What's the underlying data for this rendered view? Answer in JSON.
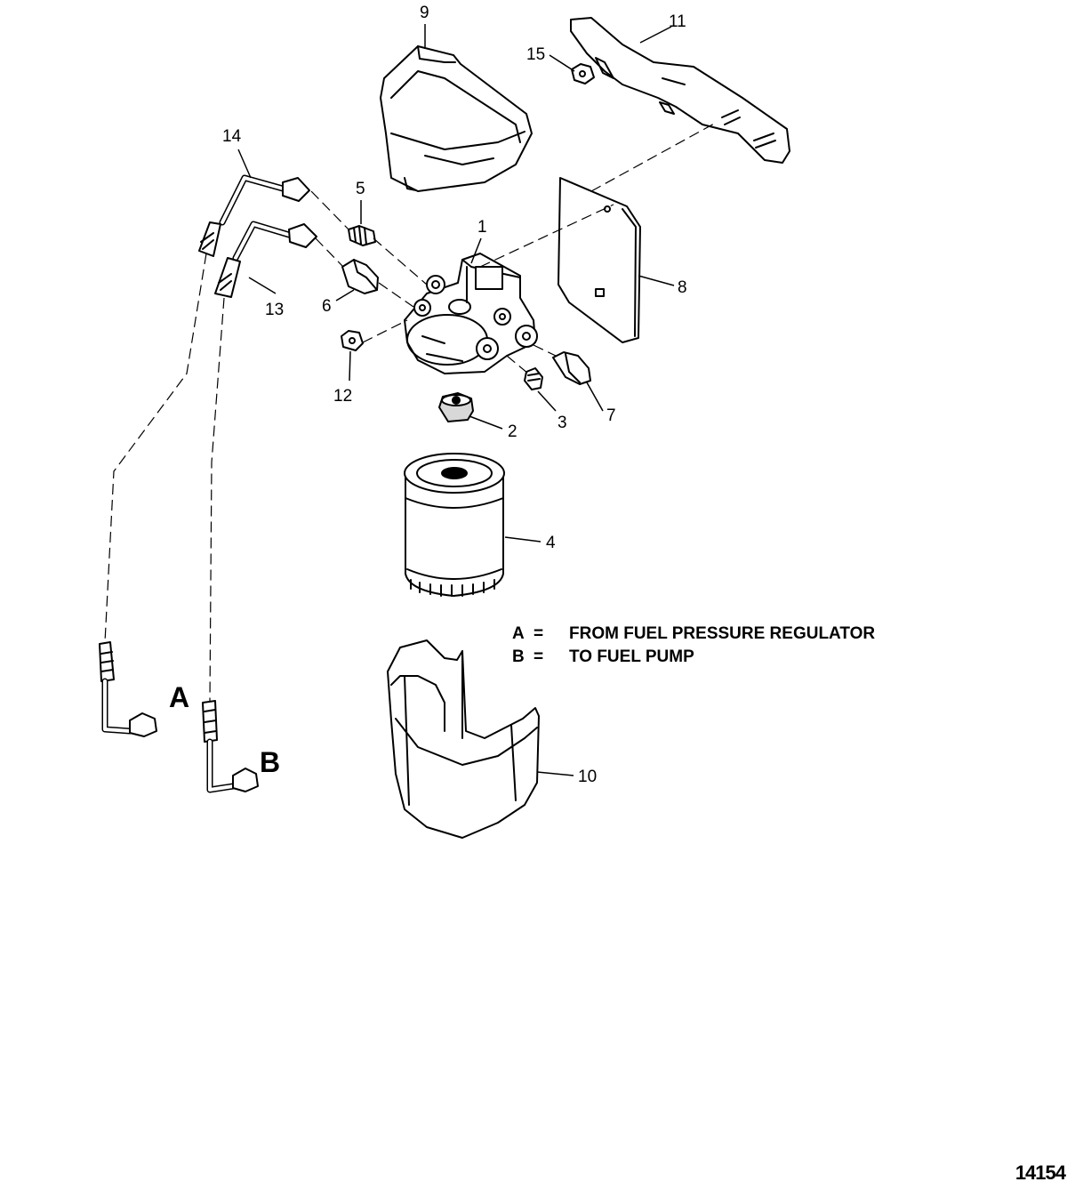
{
  "callouts": {
    "c1": "1",
    "c2": "2",
    "c3": "3",
    "c4": "4",
    "c5": "5",
    "c6": "6",
    "c7": "7",
    "c8": "8",
    "c9": "9",
    "c10": "10",
    "c11": "11",
    "c12": "12",
    "c13": "13",
    "c14": "14",
    "c15": "15"
  },
  "connections": {
    "a": "A",
    "b": "B"
  },
  "legend": [
    {
      "key": "A",
      "eq": "=",
      "text": "FROM FUEL PRESSURE REGULATOR"
    },
    {
      "key": "B",
      "eq": "=",
      "text": "TO FUEL PUMP"
    }
  ],
  "figure_id": "14154",
  "colors": {
    "line": "#000000",
    "background": "#ffffff",
    "shade": "#d8d8d8"
  }
}
